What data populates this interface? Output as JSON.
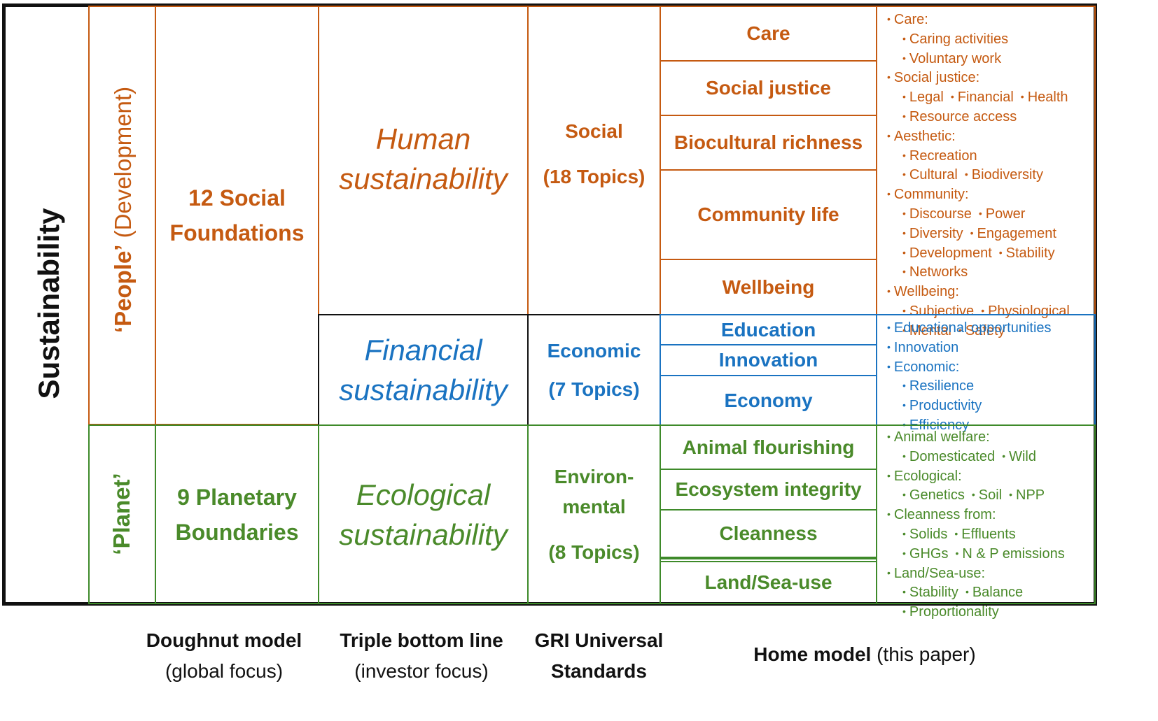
{
  "colors": {
    "people": "#c55a11",
    "economic": "#1a73c1",
    "planet": "#3e8a2a",
    "frame": "#111111"
  },
  "sustainability_label": "Sustainability",
  "people": {
    "quoted": "‘People’",
    "paren": "(Development)"
  },
  "planet": "‘Planet’",
  "doughnut": {
    "social_line1": "12 Social",
    "social_line2": "Foundations",
    "planetary_line1": "9 Planetary",
    "planetary_line2": "Boundaries"
  },
  "tbl": {
    "human_line1": "Human",
    "human_line2": "sustainability",
    "financial_line1": "Financial",
    "financial_line2": "sustainability",
    "ecological_line1": "Ecological",
    "ecological_line2": "sustainability"
  },
  "gri": {
    "social_line1": "Social",
    "social_line2": "(18 Topics)",
    "economic_line1": "Economic",
    "economic_line2": "(7 Topics)",
    "env_line1": "Environ-",
    "env_line2": "mental",
    "env_line3": "(8 Topics)"
  },
  "home_rows": {
    "care": "Care",
    "social_justice": "Social justice",
    "biocultural": "Biocultural richness",
    "community": "Community life",
    "wellbeing": "Wellbeing",
    "education": "Education",
    "innovation": "Innovation",
    "economy": "Economy",
    "animal": "Animal flourishing",
    "ecosystem": "Ecosystem integrity",
    "cleanness": "Cleanness",
    "landsea": "Land/Sea-use"
  },
  "details": {
    "social": [
      {
        "level": 0,
        "items": [
          "Care:"
        ]
      },
      {
        "level": 1,
        "items": [
          "Caring activities"
        ]
      },
      {
        "level": 1,
        "items": [
          "Voluntary work"
        ]
      },
      {
        "level": 0,
        "items": [
          "Social justice:"
        ]
      },
      {
        "level": 1,
        "items": [
          "Legal",
          "Financial",
          "Health"
        ]
      },
      {
        "level": 1,
        "items": [
          "Resource access"
        ]
      },
      {
        "level": 0,
        "items": [
          "Aesthetic:"
        ]
      },
      {
        "level": 1,
        "items": [
          "Recreation"
        ]
      },
      {
        "level": 1,
        "items": [
          "Cultural",
          "Biodiversity"
        ]
      },
      {
        "level": 0,
        "items": [
          "Community:"
        ]
      },
      {
        "level": 1,
        "items": [
          "Discourse",
          "Power"
        ]
      },
      {
        "level": 1,
        "items": [
          "Diversity",
          "Engagement"
        ]
      },
      {
        "level": 1,
        "items": [
          "Development",
          "Stability"
        ]
      },
      {
        "level": 1,
        "items": [
          "Networks"
        ]
      },
      {
        "level": 0,
        "items": [
          "Wellbeing:"
        ]
      },
      {
        "level": 1,
        "items": [
          "Subjective",
          "Physiological"
        ]
      },
      {
        "level": 1,
        "items": [
          "Mental",
          "Safety"
        ]
      }
    ],
    "economic": [
      {
        "level": 0,
        "items": [
          "Educational opportunities"
        ]
      },
      {
        "level": 0,
        "items": [
          "Innovation"
        ]
      },
      {
        "level": 0,
        "items": [
          "Economic:"
        ]
      },
      {
        "level": 1,
        "items": [
          "Resilience"
        ]
      },
      {
        "level": 1,
        "items": [
          "Productivity"
        ]
      },
      {
        "level": 1,
        "items": [
          "Efficiency"
        ]
      }
    ],
    "environmental": [
      {
        "level": 0,
        "items": [
          "Animal welfare:"
        ]
      },
      {
        "level": 1,
        "items": [
          "Domesticated",
          "Wild"
        ]
      },
      {
        "level": 0,
        "items": [
          "Ecological:"
        ]
      },
      {
        "level": 1,
        "items": [
          "Genetics",
          "Soil",
          "NPP"
        ]
      },
      {
        "level": 0,
        "items": [
          "Cleanness from:"
        ]
      },
      {
        "level": 1,
        "items": [
          "Solids",
          "Effluents"
        ]
      },
      {
        "level": 1,
        "items": [
          "GHGs",
          "N & P emissions"
        ]
      },
      {
        "level": 0,
        "items": [
          "Land/Sea-use:"
        ]
      },
      {
        "level": 1,
        "items": [
          "Stability",
          "Balance"
        ]
      },
      {
        "level": 1,
        "items": [
          "Proportionality"
        ]
      }
    ]
  },
  "footer": {
    "doughnut_bold": "Doughnut model",
    "doughnut_sub": "(global focus)",
    "tbl_bold": "Triple bottom line",
    "tbl_sub": "(investor focus)",
    "gri_line1": "GRI Universal",
    "gri_line2": "Standards",
    "home_bold": "Home model",
    "home_sub": "(this paper)"
  }
}
